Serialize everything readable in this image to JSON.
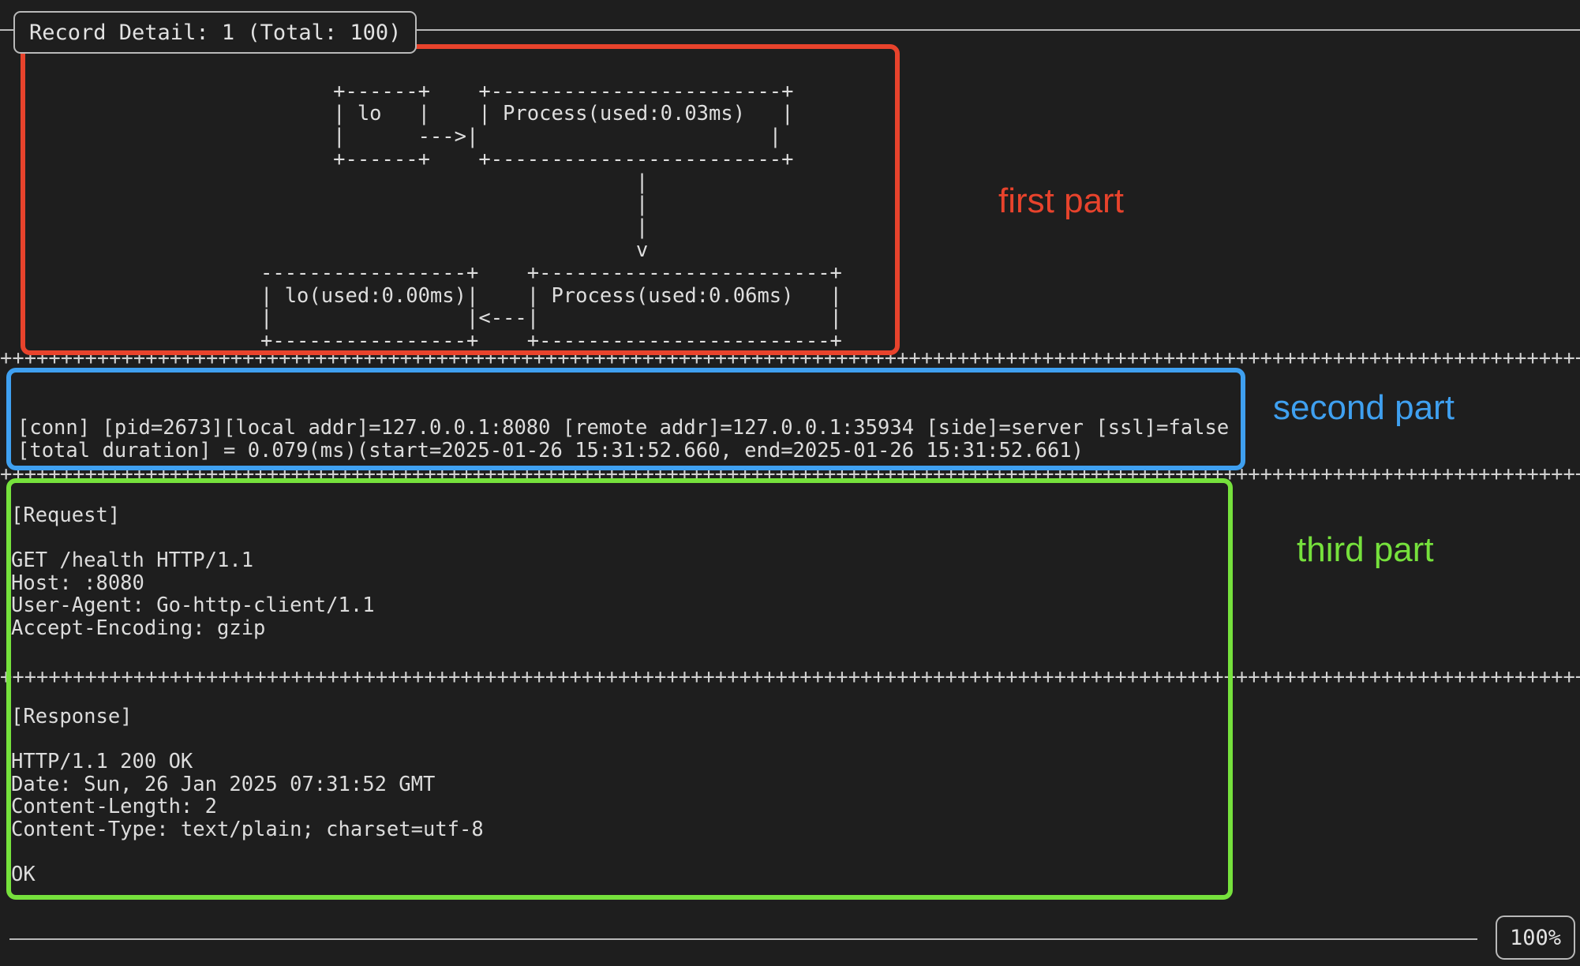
{
  "window": {
    "title": "Record Detail: 1 (Total: 100)",
    "zoom_level": "100%",
    "background_color": "#1e1e1e",
    "text_color": "#d8d8d8",
    "frame_color": "#b9b9b9"
  },
  "annotations": {
    "first": {
      "label": "first part",
      "color": "#e8432c"
    },
    "second": {
      "label": "second part",
      "color": "#3fa0f0"
    },
    "third": {
      "label": "third part",
      "color": "#76e13c"
    }
  },
  "separators": {
    "plus_rule": "++++++++++++++++++++++++++++++++++++++++++++++++++++++++++++++++++++++++++++++++++++++++++++++++++++++++++++++++++++++++++++++++++++"
  },
  "part_one": {
    "title": "topology-diagram",
    "nodes": [
      {
        "name": "lo",
        "label": "lo"
      },
      {
        "name": "process-in",
        "label": "Process(used:0.03ms)"
      },
      {
        "name": "lo-out",
        "label": "lo(used:0.00ms)"
      },
      {
        "name": "process-out",
        "label": "Process(used:0.06ms)"
      }
    ],
    "ascii": "      +------+    +------------------------+\n      | lo   |    | Process(used:0.03ms)   |\n      |      --->|                        |\n      +------+    +------------------------+\n                               |\n                               |\n                               |\n                               v\n-----------------+    +------------------------+\n| lo(used:0.00ms)|    | Process(used:0.06ms)   |\n|                |<---|                        |\n+----------------+    +------------------------+"
  },
  "part_two": {
    "lines": [
      "[conn] [pid=2673][local addr]=127.0.0.1:8080 [remote addr]=127.0.0.1:35934 [side]=server [ssl]=false",
      "[total duration] = 0.079(ms)(start=2025-01-26 15:31:52.660, end=2025-01-26 15:31:52.661)"
    ],
    "fields": {
      "pid": "2673",
      "local_addr": "127.0.0.1:8080",
      "remote_addr": "127.0.0.1:35934",
      "side": "server",
      "ssl": "false",
      "total_duration_ms": "0.079",
      "start": "2025-01-26 15:31:52.660",
      "end": "2025-01-26 15:31:52.661"
    }
  },
  "part_three": {
    "request": {
      "heading": "[Request]",
      "body": "GET /health HTTP/1.1\nHost: :8080\nUser-Agent: Go-http-client/1.1\nAccept-Encoding: gzip"
    },
    "response": {
      "heading": "[Response]",
      "body": "HTTP/1.1 200 OK\nDate: Sun, 26 Jan 2025 07:31:52 GMT\nContent-Length: 2\nContent-Type: text/plain; charset=utf-8\n\nOK"
    }
  }
}
